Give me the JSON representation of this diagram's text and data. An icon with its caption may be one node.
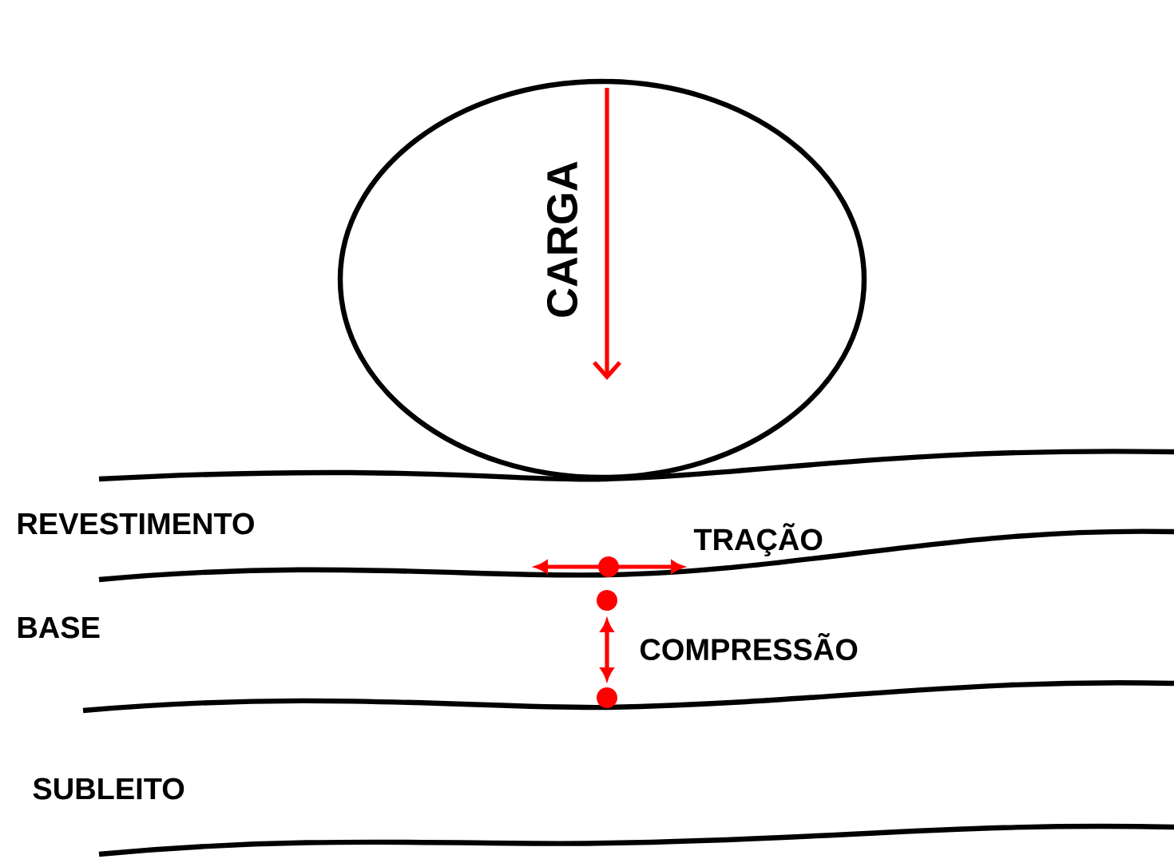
{
  "diagram": {
    "nodes": [
      {
        "text": [
          "CARGA"
        ]
      }
    ],
    "labels": [
      "REVESTIMENTO",
      "TRAÇÃO",
      "BASE",
      "COMPRESSÃO",
      "SUBLEITO"
    ]
  }
}
